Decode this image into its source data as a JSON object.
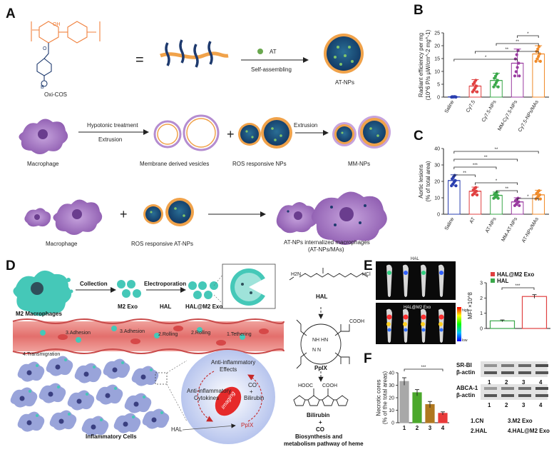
{
  "panels": {
    "A": "A",
    "B": "B",
    "C": "C",
    "D": "D",
    "E": "E",
    "F": "F"
  },
  "panelA": {
    "polymer_label": "Oxi-COS",
    "equals": "=",
    "plus1": "+",
    "plus2": "+",
    "at_label": "AT",
    "self_assembling": "Self-assembling",
    "at_nps": "AT-NPs",
    "macrophage1": "Macrophage",
    "hypotonic": "Hypotonic treatment",
    "extrusion1": "Extrusion",
    "membrane_vesicles": "Membrane derived vesicles",
    "ros_nps": "ROS responsive NPs",
    "extrusion2": "Extrusion",
    "mm_nps": "MM-NPs",
    "macrophage2": "Macrophage",
    "ros_at_nps": "ROS responsive AT-NPs",
    "internalized1": "AT-NPs internalized macrophages",
    "internalized2": "(AT-NPs/MAs)"
  },
  "panelD": {
    "m2": "M2 Macrophages",
    "collection": "Collection",
    "m2exo": "M2 Exo",
    "electroporation": "Electroporation",
    "hal": "HAL",
    "hal_m2exo": "HAL@M2 Exo",
    "adhesion3": "3.Adhesion",
    "adhesion3b": "3.Adhesion",
    "rolling2": "2.Rolling",
    "rolling2b": "2.Rolling",
    "tethering": "1.Tethering",
    "transmigration": "4.Transmigration",
    "antiinfl_effects1": "Anti-inflammatory",
    "antiinfl_effects2": "Effects",
    "co": "CO",
    "plus": "+",
    "bilirubin_c": "Bilirubin",
    "cytokines1": "Anti-inflammatory",
    "cytokines2": "Cytokines",
    "imaging": "imaging",
    "hal2": "HAL",
    "pplx": "PpIX",
    "inflammatory": "Inflammatory Cells",
    "chem_hal": "HAL",
    "chem_pplx": "PpIX",
    "chem_bilirubin": "Bilirubin",
    "chem_plus": "+",
    "chem_co": "CO",
    "bio1": "Biosynthesis and",
    "bio2": "metabolism pathway of heme",
    "chem_hcl": "HCl",
    "cooh": "COOH",
    "hooc": "HOOC",
    "h2n": "H2N",
    "nh_hn": "NH  HN",
    "hnn": "N    N"
  },
  "panelE": {
    "hal_top": "HAL",
    "hal_m2exo": "HAL@M2 Exo",
    "scale_high": "high",
    "scale_low": "low",
    "sig": "***"
  },
  "panelF": {
    "srbi": "SR-BI",
    "bactin1": "β-actin",
    "abca1": "ABCA-1",
    "bactin2": "β-actin",
    "lanes": [
      "1",
      "2",
      "3",
      "4"
    ],
    "legend1": "1.CN",
    "legend2": "2.HAL",
    "legend3": "3.M2 Exo",
    "legend4": "4.HAL@M2 Exo",
    "sig": "***"
  },
  "colors": {
    "orange": "#f0803c",
    "navy": "#1e3a6e",
    "teal": "#35c8b0",
    "purple": "#9a6bb5",
    "vessel_red": "#e0736f"
  },
  "chart_data": [
    {
      "type": "scatter",
      "title": "",
      "ylabel": "Radiant efficiency per mg\n(10^6 P/s μW/cm^-2 mg^-1)",
      "categories": [
        "Saline",
        "Cy7.5",
        "Cy7.5-NPs",
        "MM-Cy7.5-NPs",
        "Cy7.5-NPs/MAs"
      ],
      "values": [
        0.1,
        4.3,
        6.5,
        13.2,
        16.8
      ],
      "errors": [
        0.1,
        2.5,
        2.8,
        5.5,
        3.2
      ],
      "colors": [
        "#2a3fb0",
        "#e04040",
        "#3aa84a",
        "#9a3aa0",
        "#f08a28"
      ],
      "yticks": [
        0,
        5,
        10,
        15,
        20,
        25
      ],
      "ylim": [
        0,
        25
      ],
      "significance": [
        "*",
        "**",
        "**",
        "*"
      ]
    },
    {
      "type": "scatter",
      "title": "",
      "ylabel": "Aortic lesions\n(% of total area)",
      "categories": [
        "Saline",
        "AT",
        "AT-NPs",
        "MM-AT-NPs",
        "AT-NPs/MAs"
      ],
      "values": [
        20.5,
        14.0,
        11.5,
        7.5,
        11.8
      ],
      "errors": [
        3.5,
        2.5,
        2.0,
        2.5,
        2.8
      ],
      "colors": [
        "#2a3fb0",
        "#e04040",
        "#3aa84a",
        "#9a3aa0",
        "#f08a28"
      ],
      "yticks": [
        0,
        10,
        20,
        30,
        40
      ],
      "ylim": [
        0,
        40
      ],
      "significance": [
        "**",
        "**",
        "***",
        "**",
        "*",
        "**",
        "*"
      ]
    },
    {
      "type": "bar",
      "title": "",
      "ylabel": "MFI ×10^8",
      "categories": [
        "HAL",
        "HAL@M2 Exo"
      ],
      "series": [
        {
          "name": "HAL@M2 Exo",
          "values": [
            null,
            2.1
          ]
        },
        {
          "name": "HAL",
          "values": [
            0.5,
            null
          ]
        }
      ],
      "values": [
        0.5,
        2.1
      ],
      "errors": [
        0.06,
        0.12
      ],
      "colors": [
        "#3aa84a",
        "#e04040"
      ],
      "yticks": [
        0,
        1,
        2,
        3
      ],
      "ylim": [
        0,
        3
      ]
    },
    {
      "type": "bar",
      "title": "",
      "ylabel": "Necrotic cores\n(% of the total areas)",
      "categories": [
        "1",
        "2",
        "3",
        "4"
      ],
      "values": [
        33,
        24,
        14.5,
        7.5
      ],
      "errors": [
        3,
        2.5,
        2.5,
        1.2
      ],
      "colors": [
        "#a8a8a8",
        "#4ca82c",
        "#b07820",
        "#e83a3a"
      ],
      "yticks": [
        0,
        10,
        20,
        30,
        40
      ],
      "ylim": [
        0,
        40
      ]
    }
  ]
}
